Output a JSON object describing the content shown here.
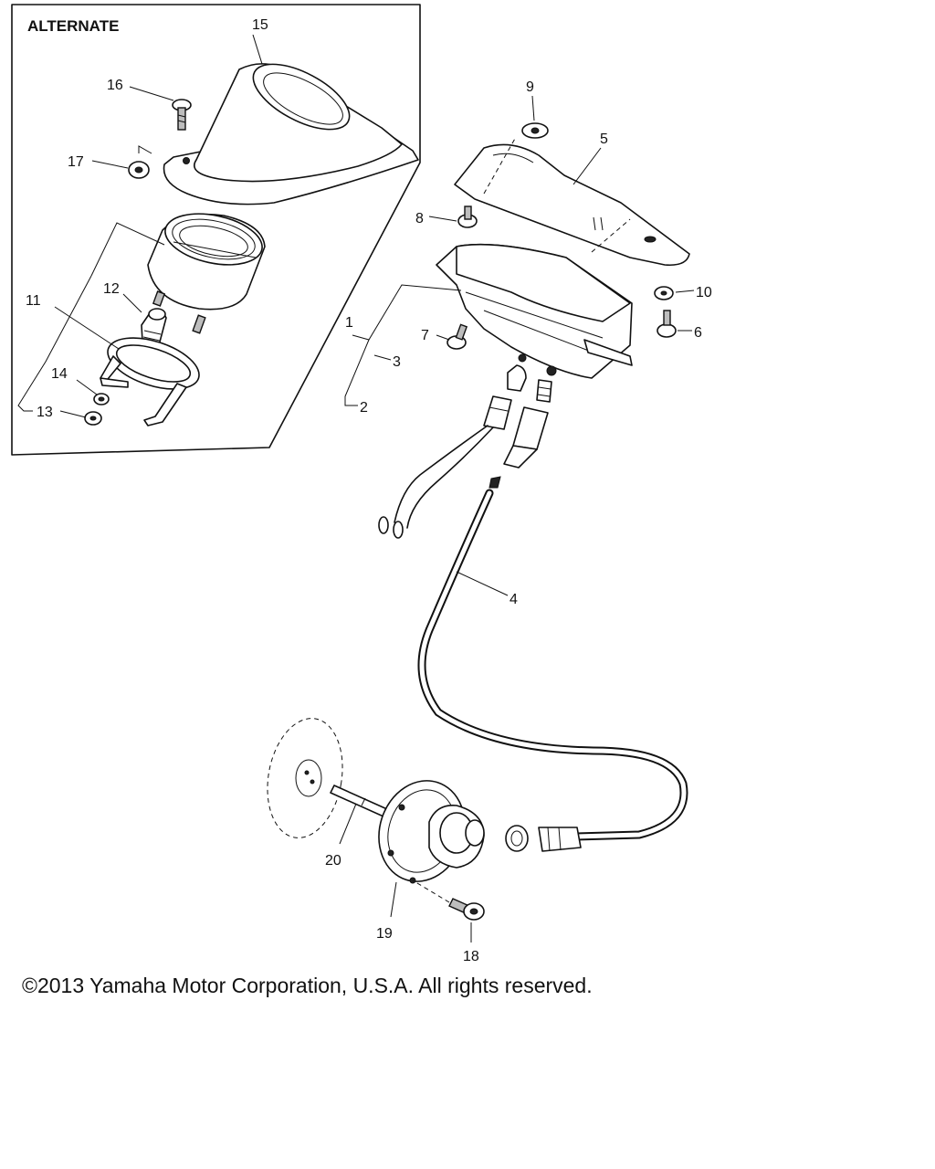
{
  "box_title": "ALTERNATE",
  "callouts": {
    "c1": "1",
    "c2": "2",
    "c3": "3",
    "c4": "4",
    "c5": "5",
    "c6": "6",
    "c7": "7",
    "c8": "8",
    "c9": "9",
    "c10": "10",
    "c11": "11",
    "c12": "12",
    "c13": "13",
    "c14": "14",
    "c15": "15",
    "c16": "16",
    "c17": "17",
    "c18": "18",
    "c19": "19",
    "c20": "20"
  },
  "copyright": "©2013 Yamaha Motor Corporation, U.S.A. All rights reserved."
}
